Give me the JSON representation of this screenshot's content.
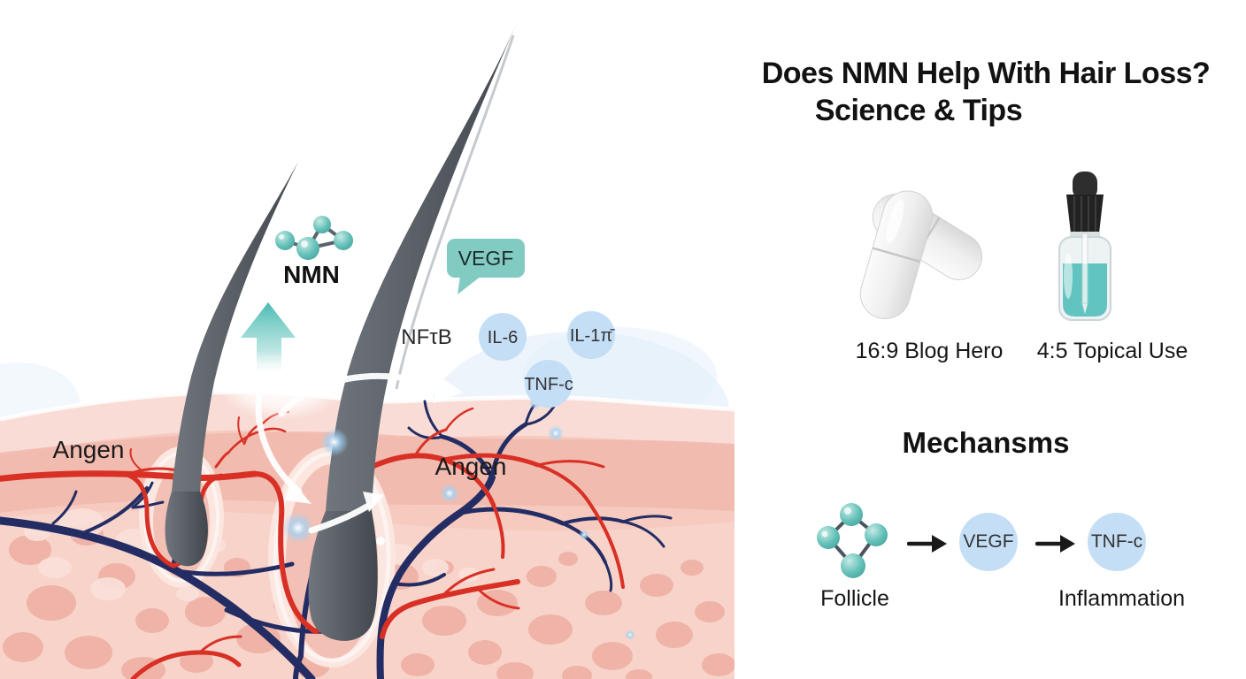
{
  "illustration": {
    "nmn_label": "NMN",
    "vegf_bubble": "VEGF",
    "nfkb_label": "NFτB",
    "il6_label": "IL-6",
    "il1_label": "IL-1π̄",
    "tnf_label": "TNF-c",
    "angen_left": "Angen",
    "angen_right": "Angen"
  },
  "panel": {
    "title_line1": "Does NMN Help With Hair Loss?",
    "title_line2": "Science & Tips",
    "caption_pills": "16:9 Blog Hero",
    "caption_dropper": "4:5 Topical Use",
    "mechanisms_heading": "Mechansms",
    "flow": {
      "vegf": "VEGF",
      "tnf": "TNF-c",
      "follicle_label": "Follicle",
      "inflammation_label": "Inflammation"
    }
  },
  "colors": {
    "teal": "#6ec0b8",
    "light-blue": "#c4def6",
    "skin-pink": "#f6cabf",
    "vessel-red": "#d93025",
    "vessel-navy": "#232d64",
    "hair-gray": "#4b5158"
  }
}
